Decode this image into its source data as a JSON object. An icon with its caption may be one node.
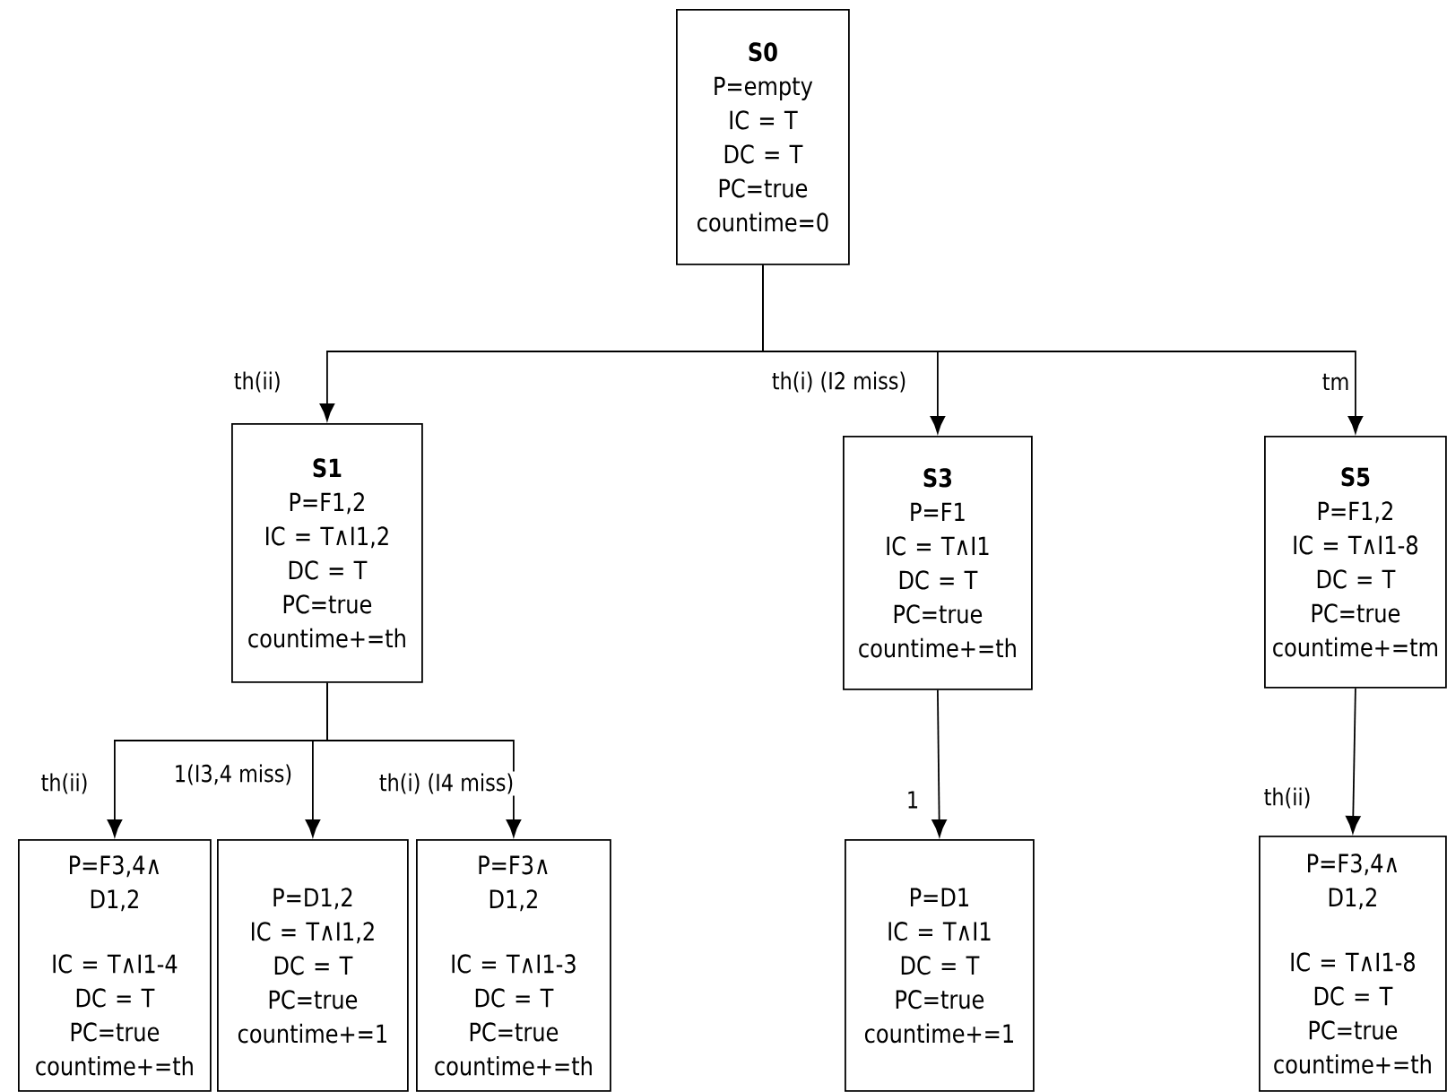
{
  "diagram": {
    "nodes": [
      {
        "text": [
          "S0",
          "P=empty",
          "IC = T",
          "DC = T",
          "PC=true",
          "countime=0"
        ]
      },
      {
        "text": [
          "S1",
          "P=F1,2",
          "IC = T∧I1,2",
          "DC = T",
          "PC=true",
          "countime+=th"
        ]
      },
      {
        "text": [
          "S3",
          "P=F1",
          "IC = T∧I1",
          "DC = T",
          "PC=true",
          "countime+=th"
        ]
      },
      {
        "text": [
          "S5",
          "P=F1,2",
          "IC = T∧I1-8",
          "DC = T",
          "PC=true",
          "countime+=tm"
        ]
      },
      {
        "text": [
          "P=F3,4∧ D1,2",
          "IC = T∧I1-4",
          "DC = T",
          "PC=true",
          "countime+=th"
        ]
      },
      {
        "text": [
          "P=D1,2",
          "IC = T∧I1,2",
          "DC = T",
          "PC=true",
          "countime+=1"
        ]
      },
      {
        "text": [
          "P=F3∧ D1,2",
          "IC = T∧I1-3",
          "DC = T",
          "PC=true",
          "countime+=th"
        ]
      },
      {
        "text": [
          "P=D1",
          "IC = T∧I1",
          "DC = T",
          "PC=true",
          "countime+=1"
        ]
      },
      {
        "text": [
          "P=F3,4∧ D1,2",
          "IC = T∧I1-8",
          "DC = T",
          "PC=true",
          "countime+=th"
        ]
      }
    ],
    "edges": [
      {
        "from": 0,
        "to": 1,
        "arrow": "to",
        "label": "th(ii)"
      },
      {
        "from": 0,
        "to": 2,
        "arrow": "to",
        "label": "th(i) (I2 miss)"
      },
      {
        "from": 0,
        "to": 3,
        "arrow": "to",
        "label": "tm"
      },
      {
        "from": 1,
        "to": 4,
        "arrow": "to",
        "label": "th(ii)"
      },
      {
        "from": 1,
        "to": 5,
        "arrow": "to",
        "label": "1(I3,4 miss)"
      },
      {
        "from": 1,
        "to": 6,
        "arrow": "to",
        "label": "th(i) (I4 miss)"
      },
      {
        "from": 2,
        "to": 7,
        "arrow": "to",
        "label": "1"
      },
      {
        "from": 3,
        "to": 8,
        "arrow": "to",
        "label": "th(ii)"
      }
    ]
  }
}
